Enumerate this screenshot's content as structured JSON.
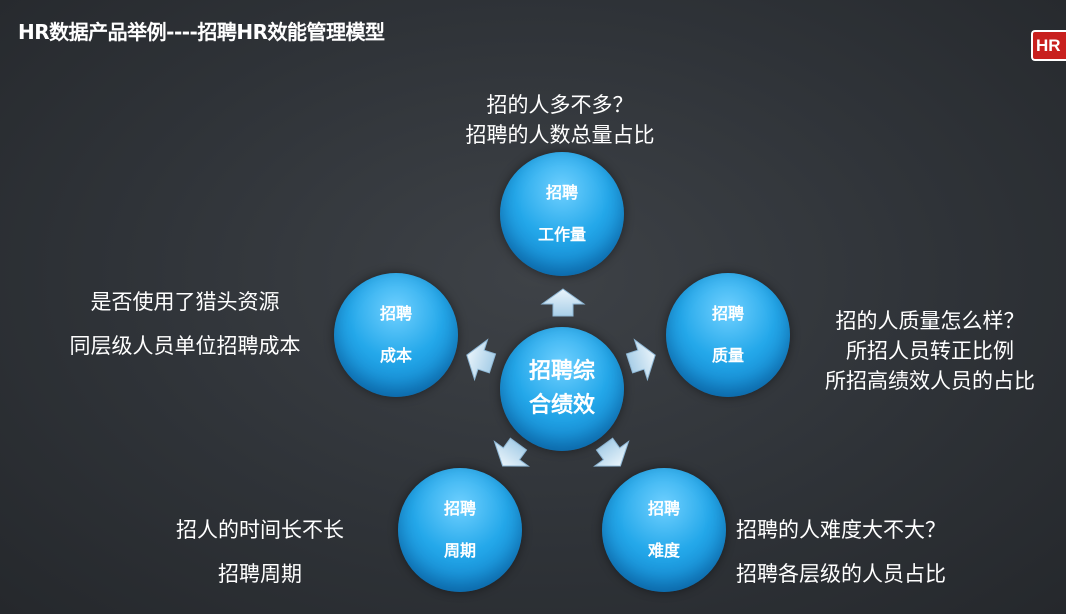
{
  "title": "HR数据产品举例----招聘HR效能管理模型",
  "logo_text": "HR",
  "colors": {
    "circle": "#24a8ea",
    "arrow": "#cfe6f7",
    "background": "#33373c"
  },
  "center": {
    "line1": "招聘综",
    "line2": "合绩效"
  },
  "nodes": {
    "workload": {
      "line1": "招聘",
      "line2": "工作量",
      "q1": "招的人多不多？",
      "q2": "招聘的人数总量占比"
    },
    "quality": {
      "line1": "招聘",
      "line2": "质量",
      "q1": "招的人质量怎么样？",
      "q2": "所招人员转正比例",
      "q3": "所招高绩效人员的占比"
    },
    "difficulty": {
      "line1": "招聘",
      "line2": "难度",
      "q1": "招聘的人难度大不大？",
      "q2": "招聘各层级的人员占比"
    },
    "cycle": {
      "line1": "招聘",
      "line2": "周期",
      "q1": "招人的时间长不长",
      "q2": "招聘周期"
    },
    "cost": {
      "line1": "招聘",
      "line2": "成本",
      "q1": "是否使用了猎头资源",
      "q2": "同层级人员单位招聘成本"
    }
  }
}
